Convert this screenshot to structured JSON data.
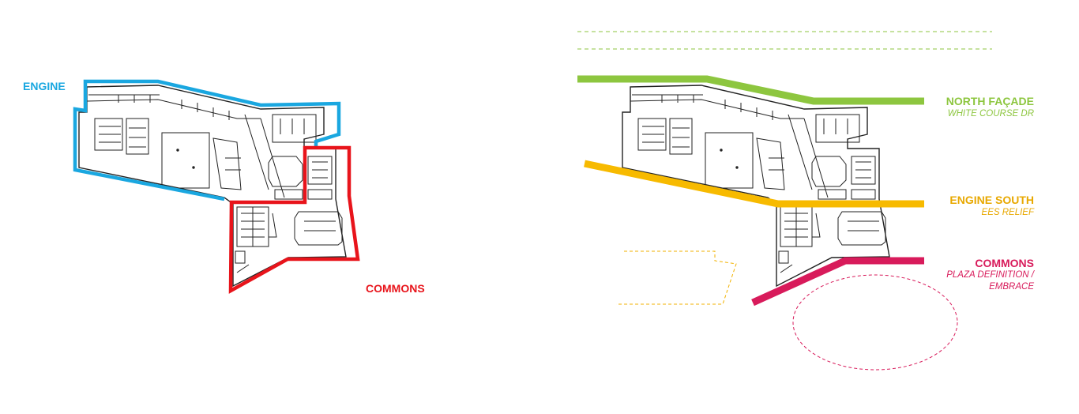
{
  "left_diagram": {
    "zones": [
      {
        "label": "ENGINE",
        "color": "#1AA7E0"
      },
      {
        "label": "COMMONS",
        "color": "#E8141B"
      }
    ]
  },
  "right_diagram": {
    "edges": [
      {
        "label": "NORTH FAÇADE",
        "sublabel": "WHITE COURSE DR",
        "color": "#8DC63F"
      },
      {
        "label": "ENGINE SOUTH",
        "sublabel": "EES RELIEF",
        "color": "#F2B200"
      },
      {
        "label": "COMMONS",
        "sublabel_lines": [
          "PLAZA DEFINITION /",
          "EMBRACE"
        ],
        "color": "#D81B5B"
      }
    ]
  }
}
